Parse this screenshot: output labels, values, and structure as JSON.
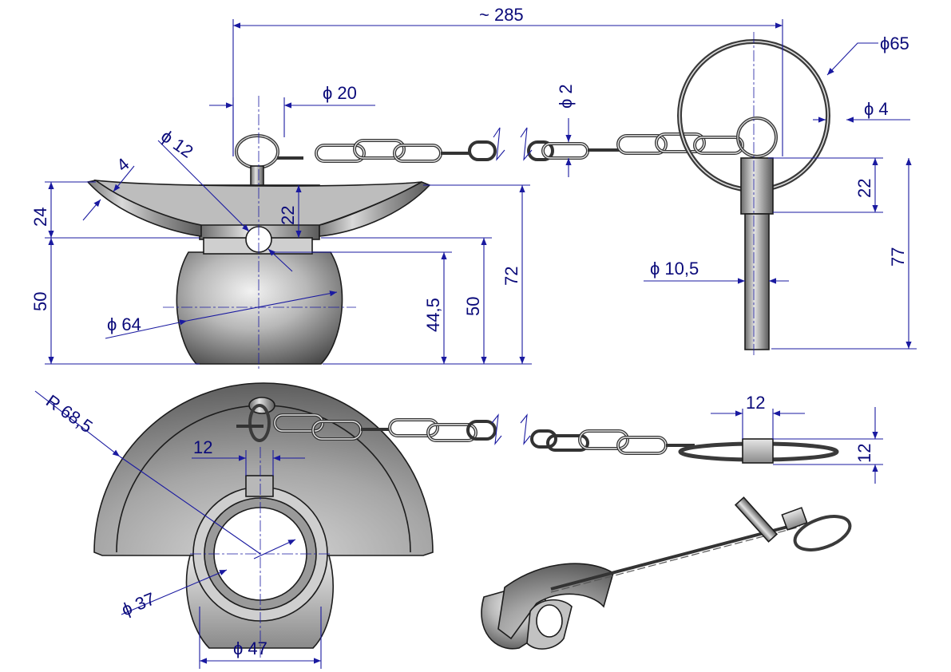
{
  "dimensions": {
    "total_length": "~ 285",
    "ring_diameter": "ϕ65",
    "wire_diameter": "ϕ 4",
    "chain_wire": "ϕ 2",
    "pin_offset": "22",
    "pin_length": "77",
    "pin_diameter": "ϕ 10,5",
    "collar_diameter": "ϕ 20",
    "small_ring": "ϕ 12",
    "cup_thickness": "4",
    "cup_height": "24",
    "collar_height": "22",
    "ball_height_left": "50",
    "ball_diameter": "ϕ 64",
    "ball_center": "44,5",
    "ball_height_right": "50",
    "overall_height": "72",
    "cup_radius": "R 68,5",
    "slot_width": "12",
    "bore_diameter": "ϕ 37",
    "neck_diameter": "ϕ 47",
    "pin_block_width": "12",
    "pin_block_height": "12"
  },
  "colors": {
    "dimension": "#1a1aa0",
    "text": "#0a0a7a",
    "metal_dark": "#4a4a4a",
    "metal_light": "#e6e6e6"
  }
}
